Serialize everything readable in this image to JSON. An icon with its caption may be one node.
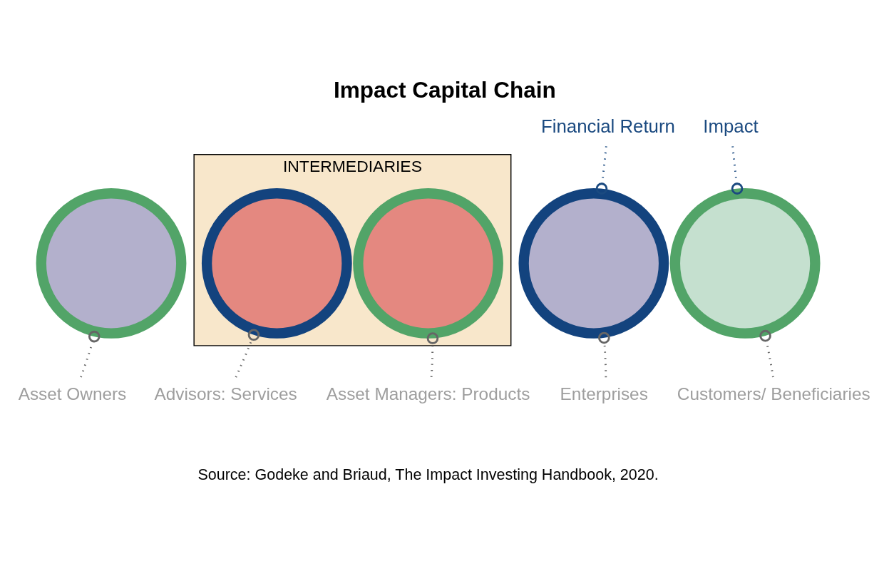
{
  "diagram": {
    "title": "Impact Capital Chain",
    "caption": "Source: Godeke and Briaud, The Impact Investing Handbook, 2020.",
    "nodes": [
      {
        "text": [
          "Financial Return"
        ]
      },
      {
        "text": [
          "Impact"
        ]
      },
      {
        "text": [
          "INTERMEDIARIES"
        ]
      },
      {
        "text": [],
        "shape": "circle"
      },
      {
        "text": [],
        "shape": "circle",
        "in": 2
      },
      {
        "text": [],
        "shape": "circle",
        "in": 2
      },
      {
        "text": [],
        "shape": "circle"
      },
      {
        "text": [],
        "shape": "circle"
      },
      {
        "text": [
          "Asset Owners"
        ]
      },
      {
        "text": [
          "Advisors: Services"
        ]
      },
      {
        "text": [
          "Asset Managers: Products"
        ]
      },
      {
        "text": [
          "Enterprises"
        ]
      },
      {
        "text": [
          "Customers/ Beneficiaries"
        ]
      }
    ],
    "edges": [
      {
        "from": 0,
        "to": 6,
        "arrow": "other",
        "style": "dashed",
        "color": "#1b4a80"
      },
      {
        "from": 1,
        "to": 7,
        "arrow": "other",
        "style": "dashed",
        "color": "#1b4a80"
      },
      {
        "from": 8,
        "to": 3,
        "arrow": "other",
        "style": "dashed"
      },
      {
        "from": 9,
        "to": 4,
        "arrow": "other",
        "style": "dashed"
      },
      {
        "from": 10,
        "to": 5,
        "arrow": "other",
        "style": "dashed"
      },
      {
        "from": 11,
        "to": 6,
        "arrow": "other",
        "style": "dashed"
      },
      {
        "from": 12,
        "to": 7,
        "arrow": "other",
        "style": "dashed"
      }
    ]
  }
}
